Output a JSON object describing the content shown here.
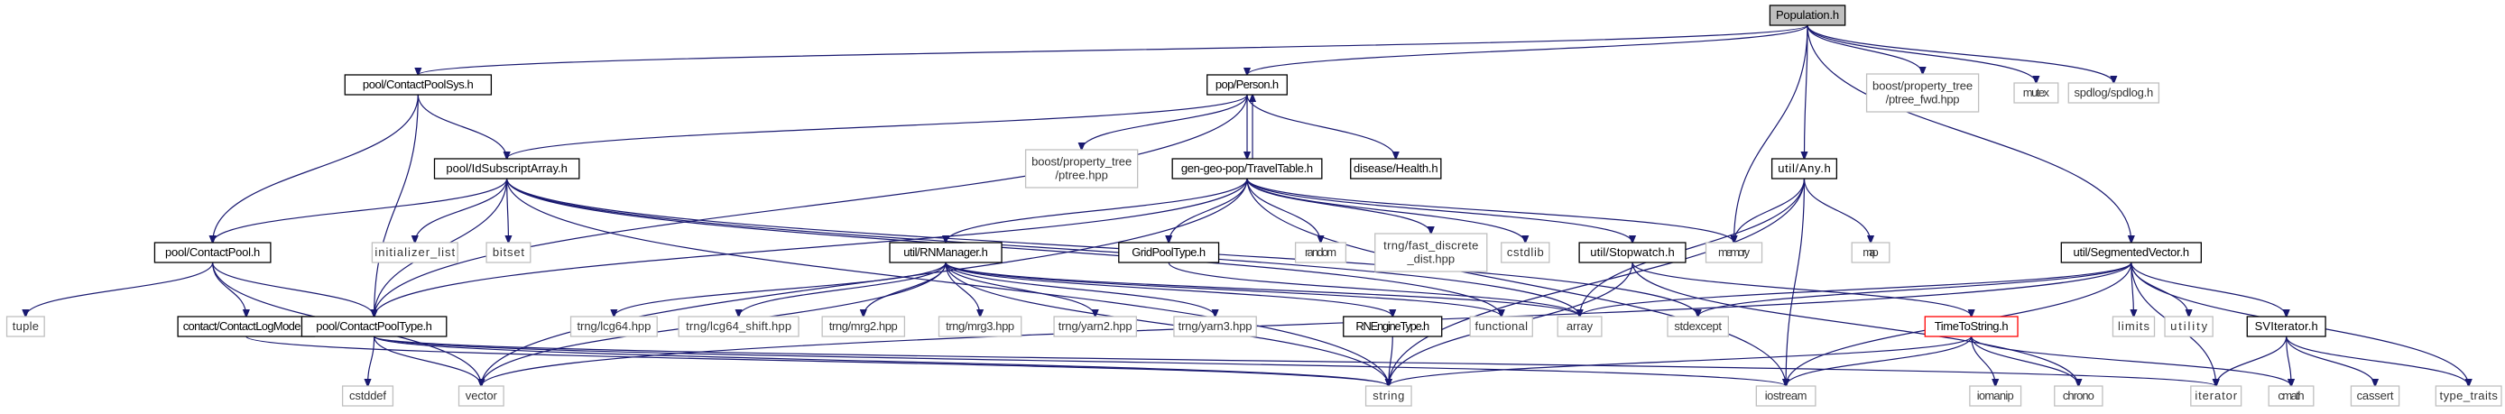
{
  "diagram": {
    "colors": {
      "edge": "#191970",
      "root_fill": "#bfbfbf",
      "node_border": "#000000",
      "external_border": "#bfbfbf",
      "highlight_border": "#ff0000"
    },
    "nodes": [
      {
        "id": "population",
        "label": "Population.h",
        "style": "root"
      },
      {
        "id": "contactpoolsys",
        "label": "pool/ContactPoolSys.h",
        "style": "doc"
      },
      {
        "id": "person",
        "label": "pop/Person.h",
        "style": "doc"
      },
      {
        "id": "ptree_fwd",
        "label": [
          "boost/property_tree",
          "/ptree_fwd.hpp"
        ],
        "style": "ext"
      },
      {
        "id": "mutex",
        "label": "mutex",
        "style": "ext"
      },
      {
        "id": "spdlog",
        "label": "spdlog/spdlog.h",
        "style": "ext"
      },
      {
        "id": "idsubscript",
        "label": "pool/IdSubscriptArray.h",
        "style": "doc"
      },
      {
        "id": "ptree",
        "label": [
          "boost/property_tree",
          "/ptree.hpp"
        ],
        "style": "ext"
      },
      {
        "id": "traveltable",
        "label": "gen-geo-pop/TravelTable.h",
        "style": "doc"
      },
      {
        "id": "health",
        "label": "disease/Health.h",
        "style": "doc"
      },
      {
        "id": "any",
        "label": "util/Any.h",
        "style": "doc"
      },
      {
        "id": "contactpool",
        "label": "pool/ContactPool.h",
        "style": "doc"
      },
      {
        "id": "initializer_list",
        "label": "initializer_list",
        "style": "ext"
      },
      {
        "id": "bitset",
        "label": "bitset",
        "style": "ext"
      },
      {
        "id": "rnmanager",
        "label": "util/RNManager.h",
        "style": "doc"
      },
      {
        "id": "gridpooltype",
        "label": "GridPoolType.h",
        "style": "doc"
      },
      {
        "id": "random",
        "label": "random",
        "style": "ext"
      },
      {
        "id": "fast_discrete",
        "label": [
          "trng/fast_discrete",
          "_dist.hpp"
        ],
        "style": "ext"
      },
      {
        "id": "cstdlib",
        "label": "cstdlib",
        "style": "ext"
      },
      {
        "id": "stopwatch",
        "label": "util/Stopwatch.h",
        "style": "doc"
      },
      {
        "id": "memory",
        "label": "memory",
        "style": "ext"
      },
      {
        "id": "map",
        "label": "map",
        "style": "ext"
      },
      {
        "id": "segmentedvector",
        "label": "util/SegmentedVector.h",
        "style": "doc"
      },
      {
        "id": "tuple",
        "label": "tuple",
        "style": "ext"
      },
      {
        "id": "contactlogmode",
        "label": "contact/ContactLogMode.h",
        "style": "doc"
      },
      {
        "id": "contactpooltype",
        "label": "pool/ContactPoolType.h",
        "style": "doc"
      },
      {
        "id": "lcg64",
        "label": "trng/lcg64.hpp",
        "style": "ext"
      },
      {
        "id": "lcg64_shift",
        "label": "trng/lcg64_shift.hpp",
        "style": "ext"
      },
      {
        "id": "mrg2",
        "label": "trng/mrg2.hpp",
        "style": "ext"
      },
      {
        "id": "mrg3",
        "label": "trng/mrg3.hpp",
        "style": "ext"
      },
      {
        "id": "yarn2",
        "label": "trng/yarn2.hpp",
        "style": "ext"
      },
      {
        "id": "yarn3",
        "label": "trng/yarn3.hpp",
        "style": "ext"
      },
      {
        "id": "rnenginetype",
        "label": "RNEngineType.h",
        "style": "doc"
      },
      {
        "id": "functional",
        "label": "functional",
        "style": "ext"
      },
      {
        "id": "array",
        "label": "array",
        "style": "ext"
      },
      {
        "id": "stdexcept",
        "label": "stdexcept",
        "style": "ext"
      },
      {
        "id": "timetostring",
        "label": "TimeToString.h",
        "style": "red"
      },
      {
        "id": "limits",
        "label": "limits",
        "style": "ext"
      },
      {
        "id": "utility",
        "label": "utility",
        "style": "ext"
      },
      {
        "id": "sviterator",
        "label": "SVIterator.h",
        "style": "doc"
      },
      {
        "id": "cstddef",
        "label": "cstddef",
        "style": "ext"
      },
      {
        "id": "vector",
        "label": "vector",
        "style": "ext"
      },
      {
        "id": "string",
        "label": "string",
        "style": "ext"
      },
      {
        "id": "iostream",
        "label": "iostream",
        "style": "ext"
      },
      {
        "id": "iomanip",
        "label": "iomanip",
        "style": "ext"
      },
      {
        "id": "chrono",
        "label": "chrono",
        "style": "ext"
      },
      {
        "id": "iterator",
        "label": "iterator",
        "style": "ext"
      },
      {
        "id": "cmath",
        "label": "cmath",
        "style": "ext"
      },
      {
        "id": "cassert",
        "label": "cassert",
        "style": "ext"
      },
      {
        "id": "type_traits",
        "label": "type_traits",
        "style": "ext"
      }
    ],
    "edges": [
      [
        "population",
        "contactpoolsys"
      ],
      [
        "population",
        "person"
      ],
      [
        "population",
        "ptree_fwd"
      ],
      [
        "population",
        "mutex"
      ],
      [
        "population",
        "spdlog"
      ],
      [
        "population",
        "memory"
      ],
      [
        "population",
        "any"
      ],
      [
        "population",
        "segmentedvector"
      ],
      [
        "contactpoolsys",
        "idsubscript"
      ],
      [
        "contactpoolsys",
        "contactpool"
      ],
      [
        "contactpoolsys",
        "contactpooltype"
      ],
      [
        "person",
        "idsubscript"
      ],
      [
        "person",
        "ptree"
      ],
      [
        "person",
        "traveltable"
      ],
      [
        "person",
        "health"
      ],
      [
        "person",
        "contactpooltype"
      ],
      [
        "traveltable",
        "person"
      ],
      [
        "traveltable",
        "rnmanager"
      ],
      [
        "traveltable",
        "gridpooltype"
      ],
      [
        "traveltable",
        "random"
      ],
      [
        "traveltable",
        "fast_discrete"
      ],
      [
        "traveltable",
        "cstdlib"
      ],
      [
        "traveltable",
        "stopwatch"
      ],
      [
        "traveltable",
        "memory"
      ],
      [
        "traveltable",
        "contactpooltype"
      ],
      [
        "traveltable",
        "vector"
      ],
      [
        "traveltable",
        "iostream"
      ],
      [
        "idsubscript",
        "contactpool"
      ],
      [
        "idsubscript",
        "initializer_list"
      ],
      [
        "idsubscript",
        "bitset"
      ],
      [
        "idsubscript",
        "contactpooltype"
      ],
      [
        "idsubscript",
        "functional"
      ],
      [
        "idsubscript",
        "array"
      ],
      [
        "idsubscript",
        "stdexcept"
      ],
      [
        "idsubscript",
        "string"
      ],
      [
        "contactpool",
        "tuple"
      ],
      [
        "contactpool",
        "contactlogmode"
      ],
      [
        "contactpool",
        "contactpooltype"
      ],
      [
        "contactpool",
        "vector"
      ],
      [
        "contactlogmode",
        "string"
      ],
      [
        "contactpooltype",
        "cstddef"
      ],
      [
        "contactpooltype",
        "vector"
      ],
      [
        "contactpooltype",
        "string"
      ],
      [
        "contactpooltype",
        "iostream"
      ],
      [
        "contactpooltype",
        "iterator"
      ],
      [
        "rnmanager",
        "lcg64"
      ],
      [
        "rnmanager",
        "lcg64_shift"
      ],
      [
        "rnmanager",
        "mrg2"
      ],
      [
        "rnmanager",
        "mrg3"
      ],
      [
        "rnmanager",
        "yarn2"
      ],
      [
        "rnmanager",
        "yarn3"
      ],
      [
        "rnmanager",
        "rnenginetype"
      ],
      [
        "rnmanager",
        "functional"
      ],
      [
        "rnmanager",
        "array"
      ],
      [
        "rnmanager",
        "vector"
      ],
      [
        "rnmanager",
        "string"
      ],
      [
        "rnenginetype",
        "string"
      ],
      [
        "gridpooltype",
        "array"
      ],
      [
        "any",
        "memory"
      ],
      [
        "any",
        "map"
      ],
      [
        "any",
        "string"
      ],
      [
        "any",
        "array"
      ],
      [
        "any",
        "iostream"
      ],
      [
        "stopwatch",
        "timetostring"
      ],
      [
        "stopwatch",
        "chrono"
      ],
      [
        "stopwatch",
        "string"
      ],
      [
        "timetostring",
        "string"
      ],
      [
        "timetostring",
        "iostream"
      ],
      [
        "timetostring",
        "iomanip"
      ],
      [
        "timetostring",
        "chrono"
      ],
      [
        "timetostring",
        "cmath"
      ],
      [
        "segmentedvector",
        "limits"
      ],
      [
        "segmentedvector",
        "utility"
      ],
      [
        "segmentedvector",
        "sviterator"
      ],
      [
        "segmentedvector",
        "array"
      ],
      [
        "segmentedvector",
        "stdexcept"
      ],
      [
        "segmentedvector",
        "vector"
      ],
      [
        "segmentedvector",
        "iostream"
      ],
      [
        "segmentedvector",
        "iterator"
      ],
      [
        "segmentedvector",
        "type_traits"
      ],
      [
        "sviterator",
        "iterator"
      ],
      [
        "sviterator",
        "cmath"
      ],
      [
        "sviterator",
        "cassert"
      ],
      [
        "sviterator",
        "type_traits"
      ]
    ]
  }
}
